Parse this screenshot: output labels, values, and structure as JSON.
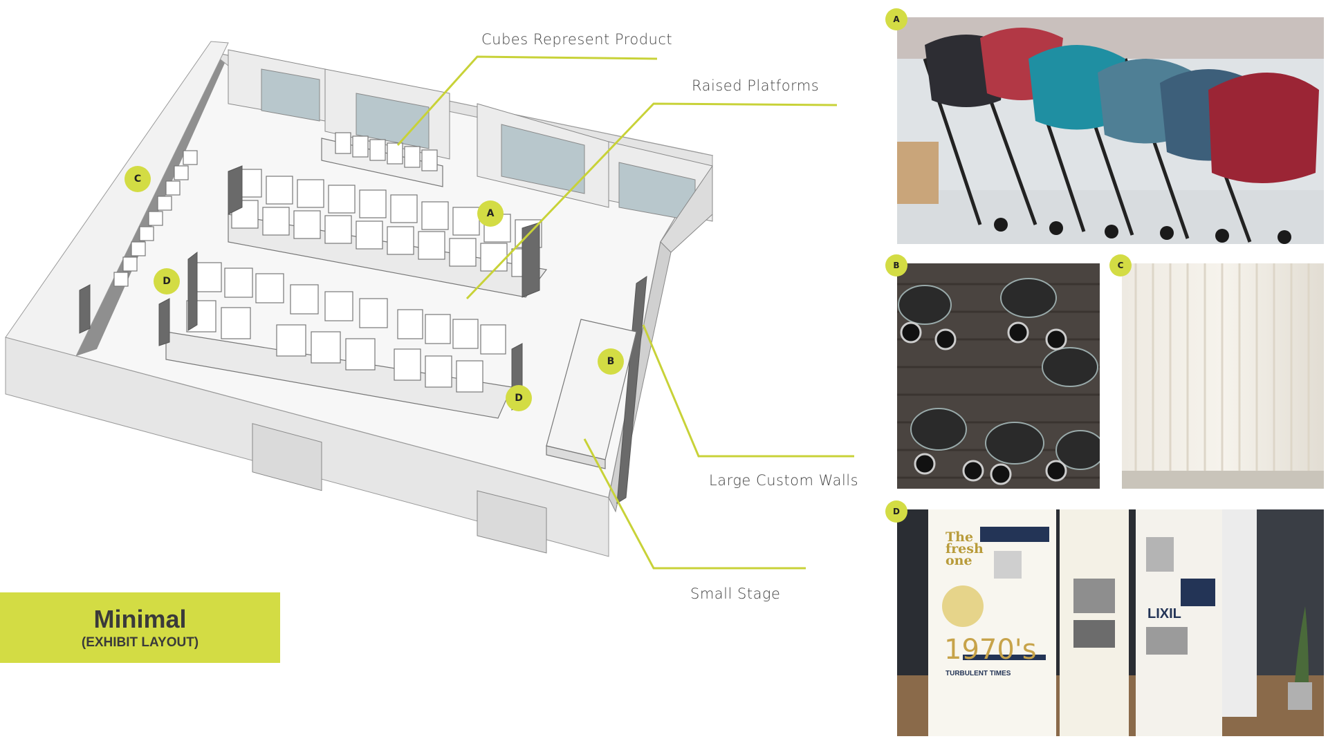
{
  "callouts": {
    "cubes": "Cubes Represent Product",
    "raised": "Raised Platforms",
    "walls": "Large Custom Walls",
    "stage": "Small Stage"
  },
  "plan_markers": {
    "a": "A",
    "b": "B",
    "c": "C",
    "d1": "D",
    "d2": "D"
  },
  "photo_labels": {
    "a": "A",
    "b": "B",
    "c": "C",
    "d": "D"
  },
  "title": {
    "main": "Minimal",
    "sub": "(EXHIBIT LAYOUT)"
  },
  "poster_text": {
    "fresh": "The fresh one",
    "decade": "1970's",
    "subtitle": "TURBULENT TIMES",
    "brand": "LIXIL"
  },
  "colors": {
    "accent": "#d3dc44",
    "text": "#444444"
  }
}
